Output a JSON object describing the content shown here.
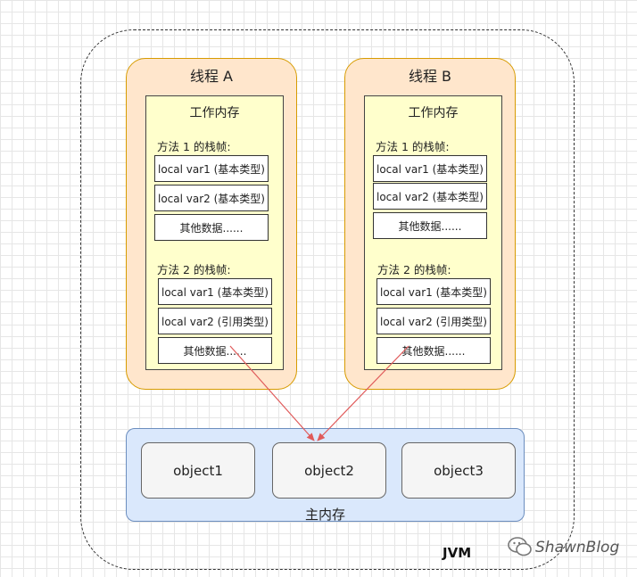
{
  "jvm_label": "JVM",
  "watermark": "ShawnBlog",
  "threads": [
    {
      "title": "线程 A",
      "workmem_title": "工作内存",
      "frame1": {
        "label": "方法 1 的栈帧:",
        "var1": "local var1 (基本类型)",
        "var2": "local var2 (基本类型)",
        "other": "其他数据......"
      },
      "frame2": {
        "label": "方法 2 的栈帧:",
        "var1": "local var1 (基本类型)",
        "var2": "local var2 (引用类型)",
        "other": "其他数据......"
      }
    },
    {
      "title": "线程 B",
      "workmem_title": "工作内存",
      "frame1": {
        "label": "方法 1 的栈帧:",
        "var1": "local var1 (基本类型)",
        "var2": "local var2 (基本类型)",
        "other": "其他数据......"
      },
      "frame2": {
        "label": "方法 2 的栈帧:",
        "var1": "local var1 (基本类型)",
        "var2": "local var2 (引用类型)",
        "other": "其他数据......"
      }
    }
  ],
  "main_memory": {
    "label": "主内存",
    "objects": [
      "object1",
      "object2",
      "object3"
    ]
  },
  "colors": {
    "thread_fill": "#ffe6cc",
    "thread_border": "#d79b00",
    "workmem_fill": "#ffffcc",
    "main_fill": "#dae8fc",
    "main_border": "#6c8ebf",
    "object_fill": "#f5f5f5",
    "arrow": "#e05a5a"
  },
  "icons": [
    "wechat-icon"
  ]
}
